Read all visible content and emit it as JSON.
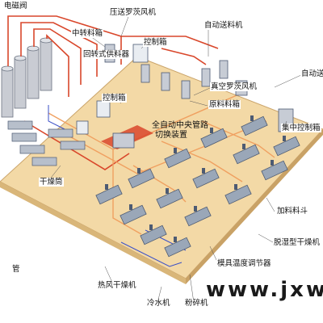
{
  "labels": {
    "electromagnetic_valve": "电磁阀",
    "pressure_roots_blower": "压送罗茨风机",
    "transfer_hopper": "中转料箱",
    "auto_feeder_top": "自动送料机",
    "control_box_top": "控制箱",
    "rotary_feeder": "回转式供料器",
    "auto_feeder_right": "自动送料",
    "control_box_mid": "控制箱",
    "vacuum_roots_blower": "真空罗茨风机",
    "raw_material_box": "原料料箱",
    "central_control_box": "集中控制箱",
    "central_pipe_switch": "全自动中央管路\n切换装置",
    "dryer_drum": "干燥筒",
    "hopper_feeder": "加料料斗",
    "dehumid_dryer": "脱湿型干燥机",
    "mold_temp_controller": "模具温度调节器",
    "pipe": "管",
    "hot_air_dryer": "热风干燥机",
    "chiller": "冷水机",
    "crusher": "粉碎机"
  },
  "watermark": "www.jxwl",
  "colors": {
    "floor_top": "#f3d9a6",
    "floor_side": "#d9b679",
    "pipe_red": "#d9472b",
    "pipe_orange": "#f0a060",
    "pipe_blue": "#3a4fc7",
    "machine": "#9aa7b8",
    "machine_dark": "#4d5b73"
  }
}
